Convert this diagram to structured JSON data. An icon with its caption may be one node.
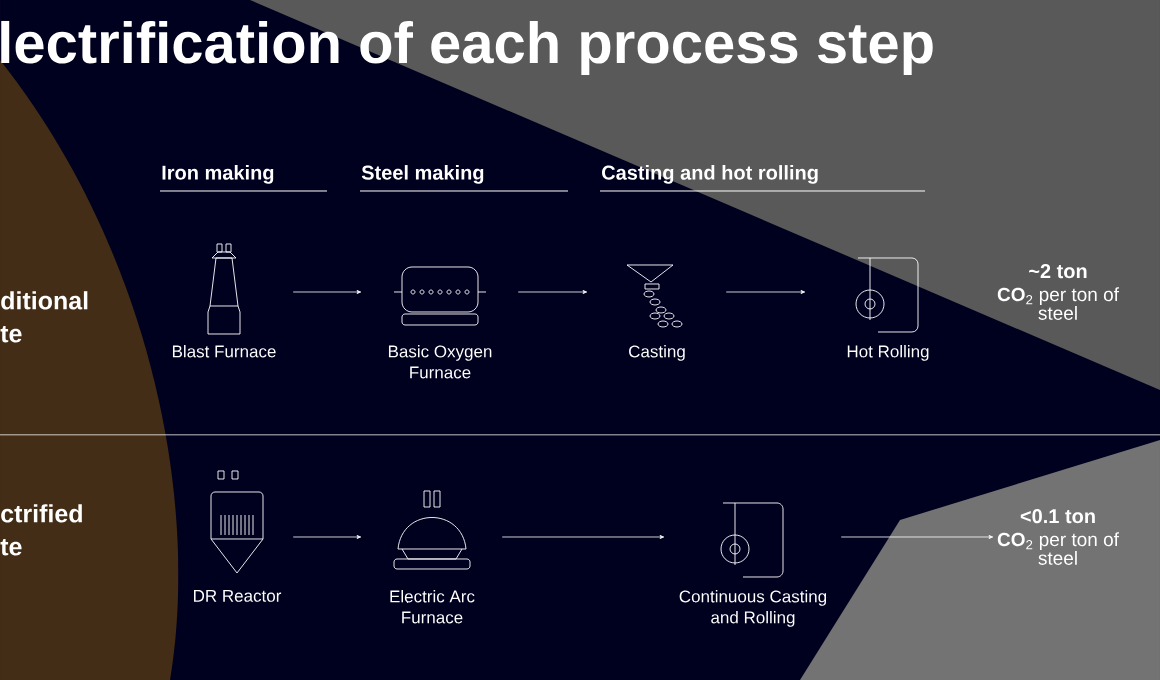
{
  "diagram": {
    "title": "lectrification of each process step",
    "nodes": [
      {
        "text": [
          "Blast Furnace"
        ]
      },
      {
        "text": [
          "Basic Oxygen Furnace"
        ]
      },
      {
        "text": [
          "Casting"
        ]
      },
      {
        "text": [
          "Hot Rolling"
        ]
      },
      {
        "text": [
          "~2 ton",
          "**CO**$_{2}$ per ton of steel"
        ]
      },
      {
        "text": [
          "DR Reactor"
        ]
      },
      {
        "text": [
          "Electric Arc Furnace"
        ]
      },
      {
        "text": [
          "Continuous Casting and Rolling"
        ]
      },
      {
        "text": [
          "<0.1 ton",
          "**CO**$_{2}$ per ton of steel"
        ]
      }
    ],
    "edges": [
      {
        "from": 0,
        "to": 1,
        "arrow": "to"
      },
      {
        "from": 1,
        "to": 2,
        "arrow": "to"
      },
      {
        "from": 2,
        "to": 3,
        "arrow": "to"
      },
      {
        "from": 5,
        "to": 6,
        "arrow": "to"
      },
      {
        "from": 6,
        "to": 7,
        "arrow": "to"
      },
      {
        "from": 7,
        "to": 8,
        "arrow": "to"
      }
    ],
    "labels": [
      "Iron making",
      "Steel making",
      "Casting and hot rolling",
      "ditional te",
      "ctrified te"
    ]
  }
}
